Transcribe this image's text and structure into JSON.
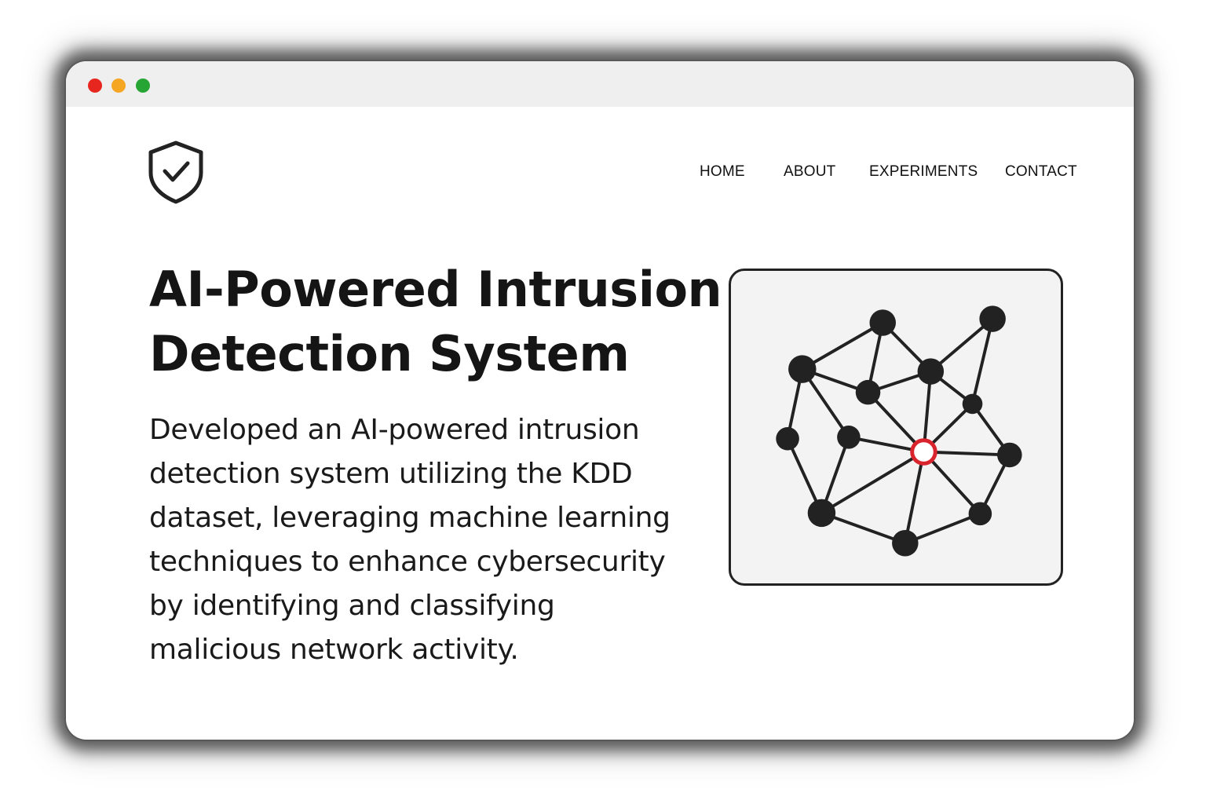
{
  "window": {
    "controls": [
      {
        "name": "close",
        "color": "#e6261f"
      },
      {
        "name": "minimize",
        "color": "#f5a623"
      },
      {
        "name": "maximize",
        "color": "#27a534"
      }
    ]
  },
  "logo": {
    "icon": "shield-check-icon"
  },
  "nav": {
    "items": [
      "HOME",
      "ABOUT",
      "EXPERIMENTS",
      "CONTACT"
    ]
  },
  "hero": {
    "title": "AI-Powered Intrusion Detection System",
    "title_lines": [
      "AI-Powered Intrusion",
      "Detection System"
    ],
    "description": "Developed an AI-powered intrusion detection system utilizing the KDD dataset, leveraging machine learning techniques to enhance cybersecurity by identifying and classifying malicious network activity.",
    "description_lines": [
      "Developed an AI-powered intrusion",
      "detection system utilizing the KDD",
      "dataset, leveraging machine learning",
      "techniques to enhance cybersecurity",
      "by identifying and classifying",
      "malicious network activity."
    ]
  },
  "illustration": {
    "icon": "network-graph-icon",
    "node_color": "#222222",
    "highlight_color": "#d9232d"
  }
}
